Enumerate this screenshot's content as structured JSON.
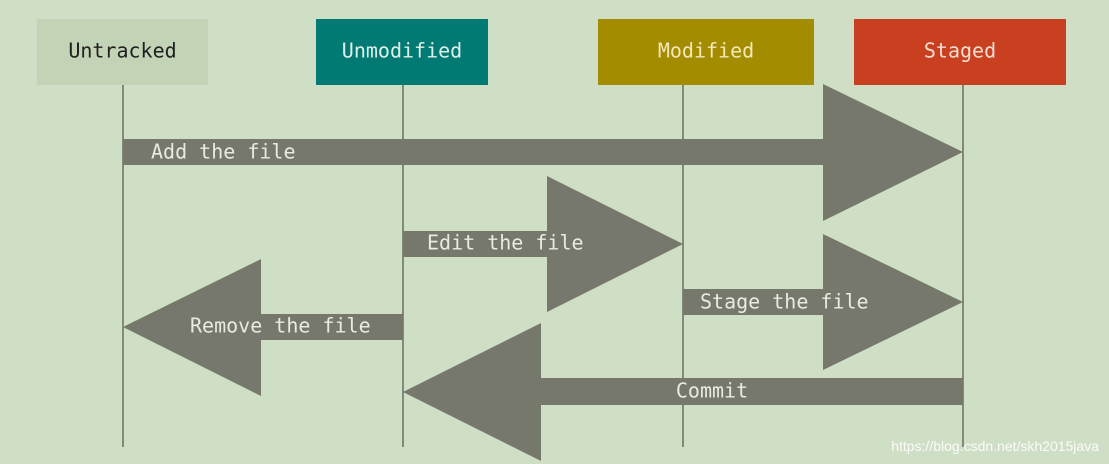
{
  "states": [
    {
      "id": "untracked",
      "label": "Untracked",
      "bg": "#c3d3b6",
      "fg": "#1f1f1f"
    },
    {
      "id": "unmodified",
      "label": "Unmodified",
      "bg": "#007a72",
      "fg": "#dff0e8"
    },
    {
      "id": "modified",
      "label": "Modified",
      "bg": "#a38c00",
      "fg": "#f3e8b8"
    },
    {
      "id": "staged",
      "label": "Staged",
      "bg": "#c8401f",
      "fg": "#f6ddd2"
    }
  ],
  "transitions": [
    {
      "id": "add-the-file",
      "label": "Add the file",
      "from": "untracked",
      "to": "staged"
    },
    {
      "id": "edit-the-file",
      "label": "Edit the file",
      "from": "unmodified",
      "to": "modified"
    },
    {
      "id": "stage-the-file",
      "label": "Stage the file",
      "from": "modified",
      "to": "staged"
    },
    {
      "id": "remove-the-file",
      "label": "Remove the file",
      "from": "unmodified",
      "to": "untracked"
    },
    {
      "id": "commit",
      "label": "Commit",
      "from": "staged",
      "to": "unmodified"
    }
  ],
  "colors": {
    "background": "#cfdfc5",
    "arrow": "#75786a",
    "lifeline": "#6b6e60"
  },
  "watermark": "https://blog.csdn.net/skh2015java"
}
